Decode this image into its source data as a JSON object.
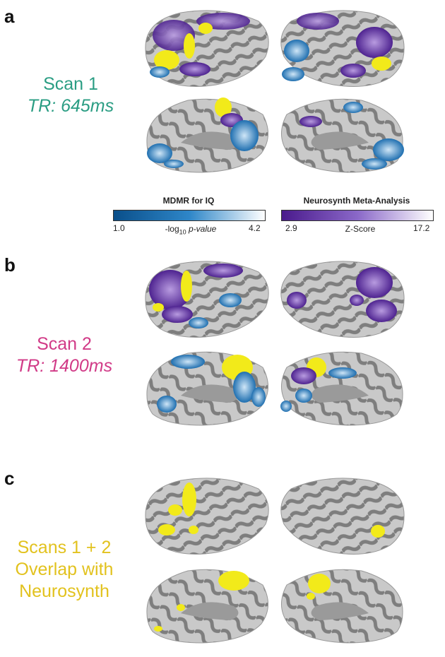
{
  "panels": {
    "a": {
      "letter": "a",
      "line1": "Scan 1",
      "line2": "TR: 645ms",
      "color": "#2a9d83"
    },
    "b": {
      "letter": "b",
      "line1": "Scan 2",
      "line2": "TR: 1400ms",
      "color": "#d13a87"
    },
    "c": {
      "letter": "c",
      "line1": "Scans 1 + 2",
      "line2": "Overlap with",
      "line3": "Neurosynth",
      "color": "#e2c21e"
    }
  },
  "colorbars": {
    "mdmr": {
      "title": "MDMR for IQ",
      "min": "1.0",
      "max": "4.2",
      "label_prefix": "-log",
      "label_sub": "10",
      "label_italic": " p-value",
      "from": "#0a4f8a",
      "to": "#ffffff"
    },
    "neurosynth": {
      "title": "Neurosynth Meta-Analysis",
      "min": "2.9",
      "max": "17.2",
      "label": "Z-Score",
      "from": "#4a1a8c",
      "to": "#ffffff"
    }
  },
  "colors": {
    "cortex_light": "#c9c9c9",
    "cortex_dark": "#7e7e7e",
    "mdmr_blue": "#2e86c8",
    "neurosynth_purple": "#6a3aa8",
    "overlap_yellow": "#f2ea1a"
  }
}
